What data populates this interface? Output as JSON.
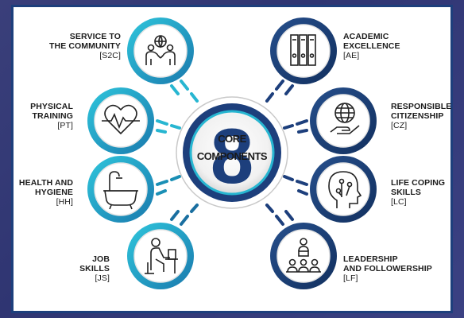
{
  "center": {
    "number": "8",
    "line1": "CORE",
    "line2": "COMPONENTS"
  },
  "components": [
    {
      "id": "s2c",
      "line1": "SERVICE TO",
      "line2": "THE COMMUNITY",
      "code": "[S2C]",
      "icon": "community-service-icon",
      "color": "#27b6d1"
    },
    {
      "id": "pt",
      "line1": "PHYSICAL",
      "line2": "TRAINING",
      "code": "[PT]",
      "icon": "heartbeat-icon",
      "color": "#27b6d1"
    },
    {
      "id": "hh",
      "line1": "HEALTH AND",
      "line2": "HYGIENE",
      "code": "[HH]",
      "icon": "bathtub-icon",
      "color": "#1a8fb5"
    },
    {
      "id": "js",
      "line1": "JOB",
      "line2": "SKILLS",
      "code": "[JS]",
      "icon": "desk-worker-icon",
      "color": "#1a6fa0"
    },
    {
      "id": "ae",
      "line1": "ACADEMIC",
      "line2": "EXCELLENCE",
      "code": "[AE]",
      "icon": "binders-icon",
      "color": "#1d3f7c"
    },
    {
      "id": "cz",
      "line1": "RESPONSIBLE",
      "line2": "CITIZENSHIP",
      "code": "[CZ]",
      "icon": "globe-hand-icon",
      "color": "#1d3f7c"
    },
    {
      "id": "lc",
      "line1": "LIFE COPING",
      "line2": "SKILLS",
      "code": "[LC]",
      "icon": "brain-head-icon",
      "color": "#1d3f7c"
    },
    {
      "id": "lf",
      "line1": "LEADERSHIP",
      "line2": "AND FOLLOWERSHIP",
      "code": "[LF]",
      "icon": "team-leader-icon",
      "color": "#1d3f7c"
    }
  ]
}
